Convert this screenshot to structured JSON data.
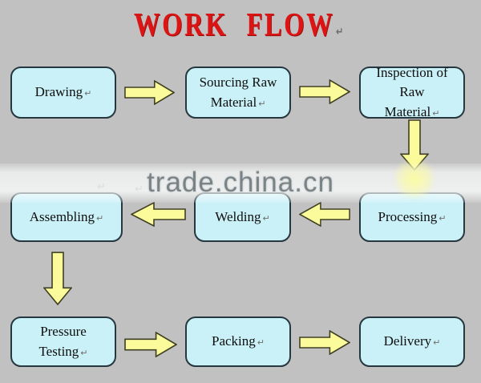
{
  "title": "WORK FLOW",
  "watermark": "trade.china.cn",
  "return_mark": "↵",
  "nodes": [
    {
      "label": "Drawing"
    },
    {
      "label": "Sourcing Raw Material"
    },
    {
      "label": "Inspection of Raw Material"
    },
    {
      "label": "Processing"
    },
    {
      "label": "Welding"
    },
    {
      "label": "Assembling"
    },
    {
      "label": "Pressure Testing"
    },
    {
      "label": "Packing"
    },
    {
      "label": "Delivery"
    }
  ],
  "flow": {
    "rows": [
      {
        "boxes": [
          "Drawing",
          "Sourcing Raw Material",
          "Inspection of Raw Material"
        ],
        "arrow_direction": "right"
      },
      {
        "boxes": [
          "Assembling",
          "Welding",
          "Processing"
        ],
        "arrow_direction": "left"
      },
      {
        "boxes": [
          "Pressure Testing",
          "Packing",
          "Delivery"
        ],
        "arrow_direction": "right"
      }
    ],
    "column_links": [
      {
        "from": "Inspection of Raw Material",
        "to": "Processing",
        "direction": "down"
      },
      {
        "from": "Assembling",
        "to": "Pressure Testing",
        "direction": "down"
      }
    ]
  },
  "colors": {
    "background": "#c1c1c1",
    "box_fill": "#cbf1f8",
    "box_border": "#26373f",
    "arrow_fill": "#fbfb9b",
    "arrow_border": "#3f3f24",
    "title_red": "#dd1414",
    "watermark_gray": "#6a7477"
  }
}
